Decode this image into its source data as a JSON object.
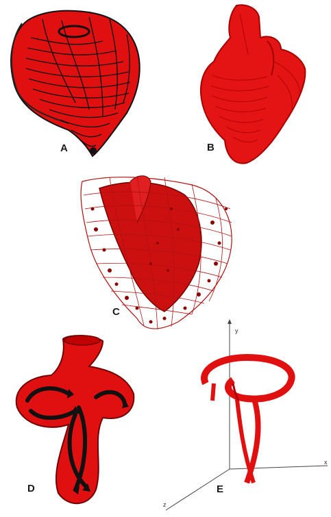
{
  "panels": {
    "a": {
      "label": "A"
    },
    "b": {
      "label": "B"
    },
    "c": {
      "label": "C"
    },
    "d": {
      "label": "D"
    },
    "e": {
      "label": "E"
    }
  },
  "axes": {
    "x": "x",
    "y": "y",
    "z": "z"
  },
  "colors": {
    "red": "#e01010",
    "dark_red": "#7a0000",
    "line": "#111111"
  }
}
